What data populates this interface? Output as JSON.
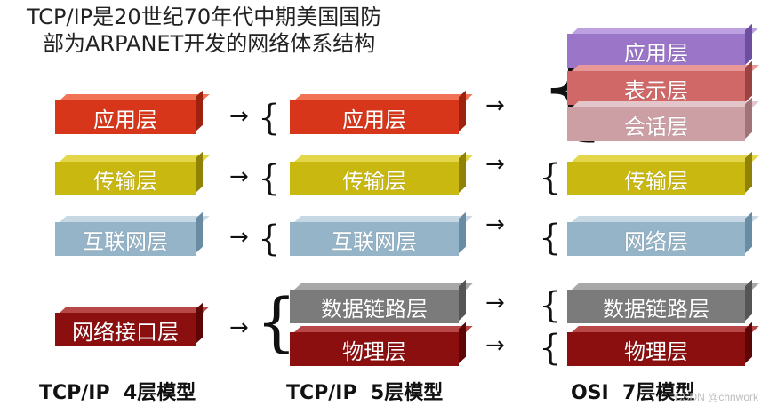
{
  "title": {
    "line1": "TCP/IP是20世纪70年代中期美国国防",
    "line2": "部为ARPANET开发的网络体系结构"
  },
  "model4": {
    "label": "TCP/IP  4层模型",
    "layers": [
      "应用层",
      "传输层",
      "互联网层",
      "网络接口层"
    ]
  },
  "model5": {
    "label": "TCP/IP  5层模型",
    "layers": [
      "应用层",
      "传输层",
      "互联网层",
      "数据链路层",
      "物理层"
    ]
  },
  "model7": {
    "label": "OSI  7层模型",
    "layers": [
      "应用层",
      "表示层",
      "会话层",
      "传输层",
      "网络层",
      "数据链路层",
      "物理层"
    ]
  },
  "watermark": "CSDN @chnwork",
  "colors": {
    "application": "#d8361a",
    "transport": "#c9b80f",
    "network": "#95b4c8",
    "osi_application": "#9a75c8",
    "osi_presentation": "#d06868",
    "osi_session": "#cc9fa5",
    "datalink": "#7b7b7b",
    "physical": "#8c0f0f"
  }
}
